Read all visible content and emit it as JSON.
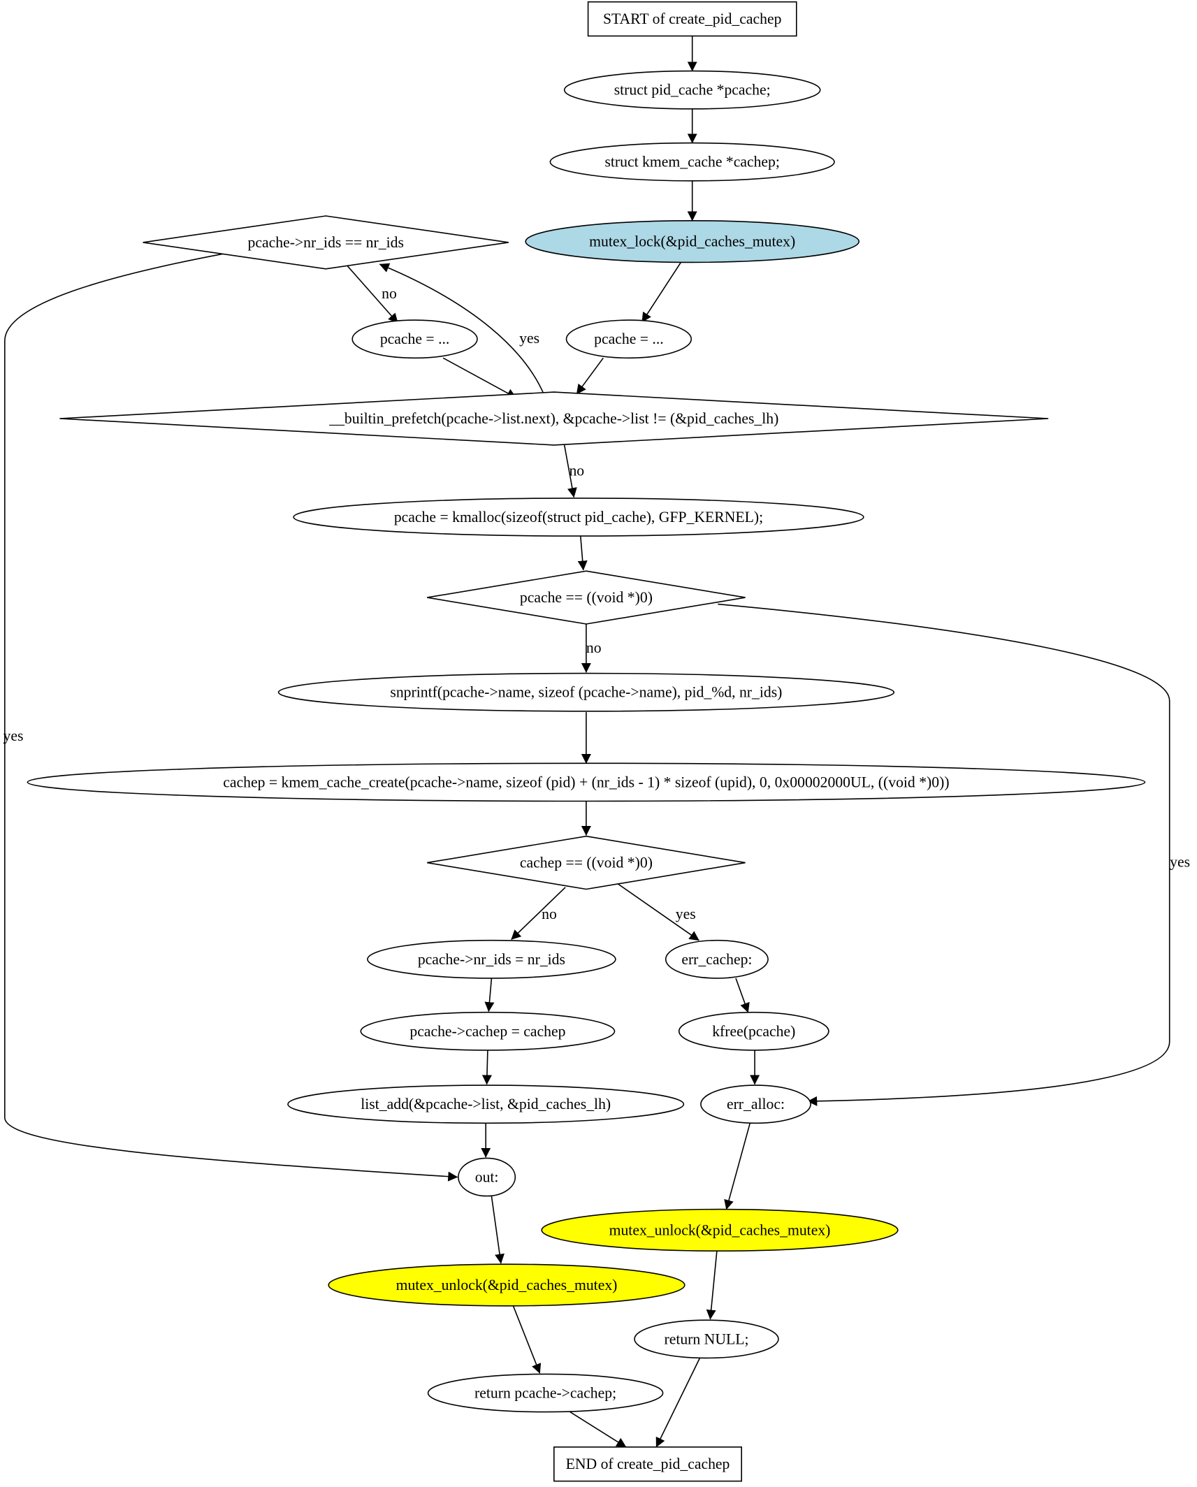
{
  "colors": {
    "default_fill": "#ffffff",
    "lock_fill": "#add8e6",
    "unlock_fill": "#ffff00",
    "stroke": "#000000"
  },
  "nodes": {
    "start": {
      "label": "START of create_pid_cachep",
      "shape": "box",
      "fill": "default_fill"
    },
    "decl_pcache": {
      "label": "struct pid_cache *pcache;",
      "shape": "ellipse",
      "fill": "default_fill"
    },
    "decl_cachep": {
      "label": "struct kmem_cache *cachep;",
      "shape": "ellipse",
      "fill": "default_fill"
    },
    "mutex_lock": {
      "label": "mutex_lock(&pid_caches_mutex)",
      "shape": "ellipse",
      "fill": "lock_fill"
    },
    "cond_nr_ids": {
      "label": "pcache->nr_ids == nr_ids",
      "shape": "diamond",
      "fill": "default_fill"
    },
    "pcache_assign_a": {
      "label": "pcache = ...",
      "shape": "ellipse",
      "fill": "default_fill"
    },
    "pcache_assign_b": {
      "label": "pcache = ...",
      "shape": "ellipse",
      "fill": "default_fill"
    },
    "cond_loop": {
      "label": "__builtin_prefetch(pcache->list.next), &pcache->list != (&pid_caches_lh)",
      "shape": "diamond",
      "fill": "default_fill"
    },
    "kmalloc": {
      "label": "pcache = kmalloc(sizeof(struct pid_cache), GFP_KERNEL);",
      "shape": "ellipse",
      "fill": "default_fill"
    },
    "cond_pcache_null": {
      "label": "pcache == ((void *)0)",
      "shape": "diamond",
      "fill": "default_fill"
    },
    "snprintf": {
      "label": "snprintf(pcache->name, sizeof (pcache->name), pid_%d, nr_ids)",
      "shape": "ellipse",
      "fill": "default_fill"
    },
    "kmem_cache_create": {
      "label": "cachep = kmem_cache_create(pcache->name, sizeof (pid) + (nr_ids - 1) * sizeof (upid), 0, 0x00002000UL, ((void *)0))",
      "shape": "ellipse",
      "fill": "default_fill"
    },
    "cond_cachep_null": {
      "label": "cachep == ((void *)0)",
      "shape": "diamond",
      "fill": "default_fill"
    },
    "set_nr_ids": {
      "label": "pcache->nr_ids = nr_ids",
      "shape": "ellipse",
      "fill": "default_fill"
    },
    "set_cachep": {
      "label": "pcache->cachep = cachep",
      "shape": "ellipse",
      "fill": "default_fill"
    },
    "list_add": {
      "label": "list_add(&pcache->list, &pid_caches_lh)",
      "shape": "ellipse",
      "fill": "default_fill"
    },
    "label_out": {
      "label": "out:",
      "shape": "ellipse",
      "fill": "default_fill"
    },
    "unlock_out": {
      "label": "mutex_unlock(&pid_caches_mutex)",
      "shape": "ellipse",
      "fill": "unlock_fill"
    },
    "return_cachep": {
      "label": "return pcache->cachep;",
      "shape": "ellipse",
      "fill": "default_fill"
    },
    "label_err_cachep": {
      "label": "err_cachep:",
      "shape": "ellipse",
      "fill": "default_fill"
    },
    "kfree": {
      "label": "kfree(pcache)",
      "shape": "ellipse",
      "fill": "default_fill"
    },
    "label_err_alloc": {
      "label": "err_alloc:",
      "shape": "ellipse",
      "fill": "default_fill"
    },
    "unlock_err": {
      "label": "mutex_unlock(&pid_caches_mutex)",
      "shape": "ellipse",
      "fill": "unlock_fill"
    },
    "return_null": {
      "label": "return NULL;",
      "shape": "ellipse",
      "fill": "default_fill"
    },
    "end": {
      "label": "END of create_pid_cachep",
      "shape": "box",
      "fill": "default_fill"
    }
  },
  "edges": [
    {
      "from": "start",
      "to": "decl_pcache",
      "label": ""
    },
    {
      "from": "decl_pcache",
      "to": "decl_cachep",
      "label": ""
    },
    {
      "from": "decl_cachep",
      "to": "mutex_lock",
      "label": ""
    },
    {
      "from": "mutex_lock",
      "to": "pcache_assign_b",
      "label": ""
    },
    {
      "from": "pcache_assign_b",
      "to": "cond_loop",
      "label": ""
    },
    {
      "from": "cond_loop",
      "to": "cond_nr_ids",
      "label": "yes"
    },
    {
      "from": "cond_nr_ids",
      "to": "pcache_assign_a",
      "label": "no"
    },
    {
      "from": "pcache_assign_a",
      "to": "cond_loop",
      "label": ""
    },
    {
      "from": "cond_nr_ids",
      "to": "label_out",
      "label": "yes"
    },
    {
      "from": "cond_loop",
      "to": "kmalloc",
      "label": "no"
    },
    {
      "from": "kmalloc",
      "to": "cond_pcache_null",
      "label": ""
    },
    {
      "from": "cond_pcache_null",
      "to": "snprintf",
      "label": "no"
    },
    {
      "from": "cond_pcache_null",
      "to": "label_err_alloc",
      "label": "yes"
    },
    {
      "from": "snprintf",
      "to": "kmem_cache_create",
      "label": ""
    },
    {
      "from": "kmem_cache_create",
      "to": "cond_cachep_null",
      "label": ""
    },
    {
      "from": "cond_cachep_null",
      "to": "set_nr_ids",
      "label": "no"
    },
    {
      "from": "cond_cachep_null",
      "to": "label_err_cachep",
      "label": "yes"
    },
    {
      "from": "set_nr_ids",
      "to": "set_cachep",
      "label": ""
    },
    {
      "from": "set_cachep",
      "to": "list_add",
      "label": ""
    },
    {
      "from": "list_add",
      "to": "label_out",
      "label": ""
    },
    {
      "from": "label_out",
      "to": "unlock_out",
      "label": ""
    },
    {
      "from": "unlock_out",
      "to": "return_cachep",
      "label": ""
    },
    {
      "from": "return_cachep",
      "to": "end",
      "label": ""
    },
    {
      "from": "label_err_cachep",
      "to": "kfree",
      "label": ""
    },
    {
      "from": "kfree",
      "to": "label_err_alloc",
      "label": ""
    },
    {
      "from": "label_err_alloc",
      "to": "unlock_err",
      "label": ""
    },
    {
      "from": "unlock_err",
      "to": "return_null",
      "label": ""
    },
    {
      "from": "return_null",
      "to": "end",
      "label": ""
    }
  ]
}
